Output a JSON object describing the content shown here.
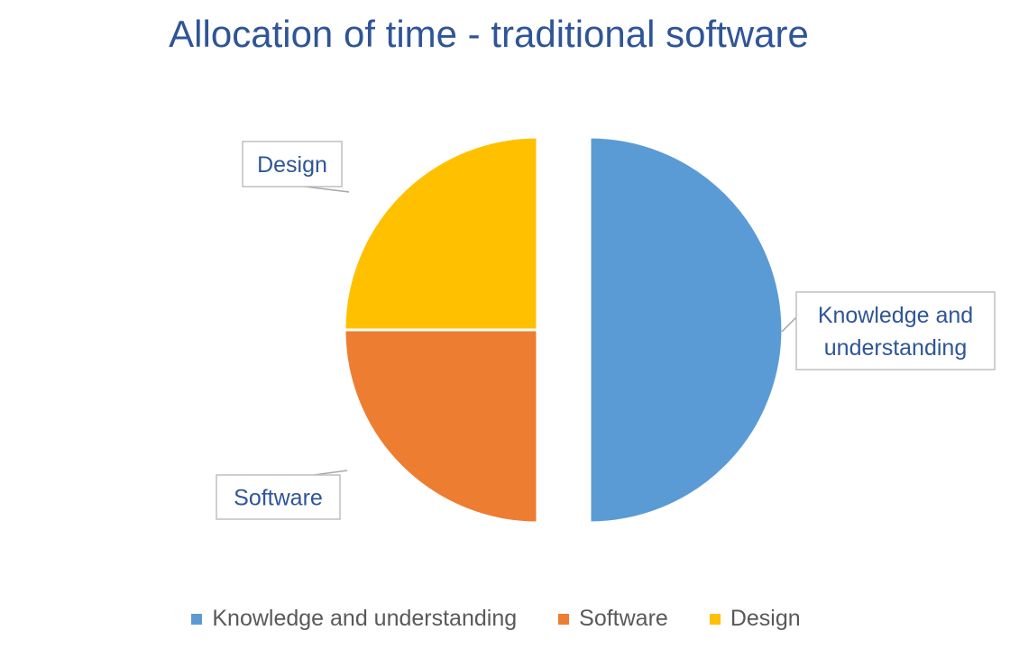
{
  "chart_data": {
    "type": "pie",
    "title": "Allocation of time - traditional software",
    "slices": [
      {
        "label": "Knowledge and understanding",
        "value": 50,
        "color": "#5b9bd5",
        "exploded": true
      },
      {
        "label": "Software",
        "value": 25,
        "color": "#ed7d31",
        "exploded": false
      },
      {
        "label": "Design",
        "value": 25,
        "color": "#ffc000",
        "exploded": false
      }
    ],
    "data_labels": [
      "Knowledge and understanding",
      "Software",
      "Design"
    ],
    "legend": {
      "position": "bottom",
      "entries": [
        "Knowledge and understanding",
        "Software",
        "Design"
      ]
    },
    "label_color": "#2f5597"
  }
}
